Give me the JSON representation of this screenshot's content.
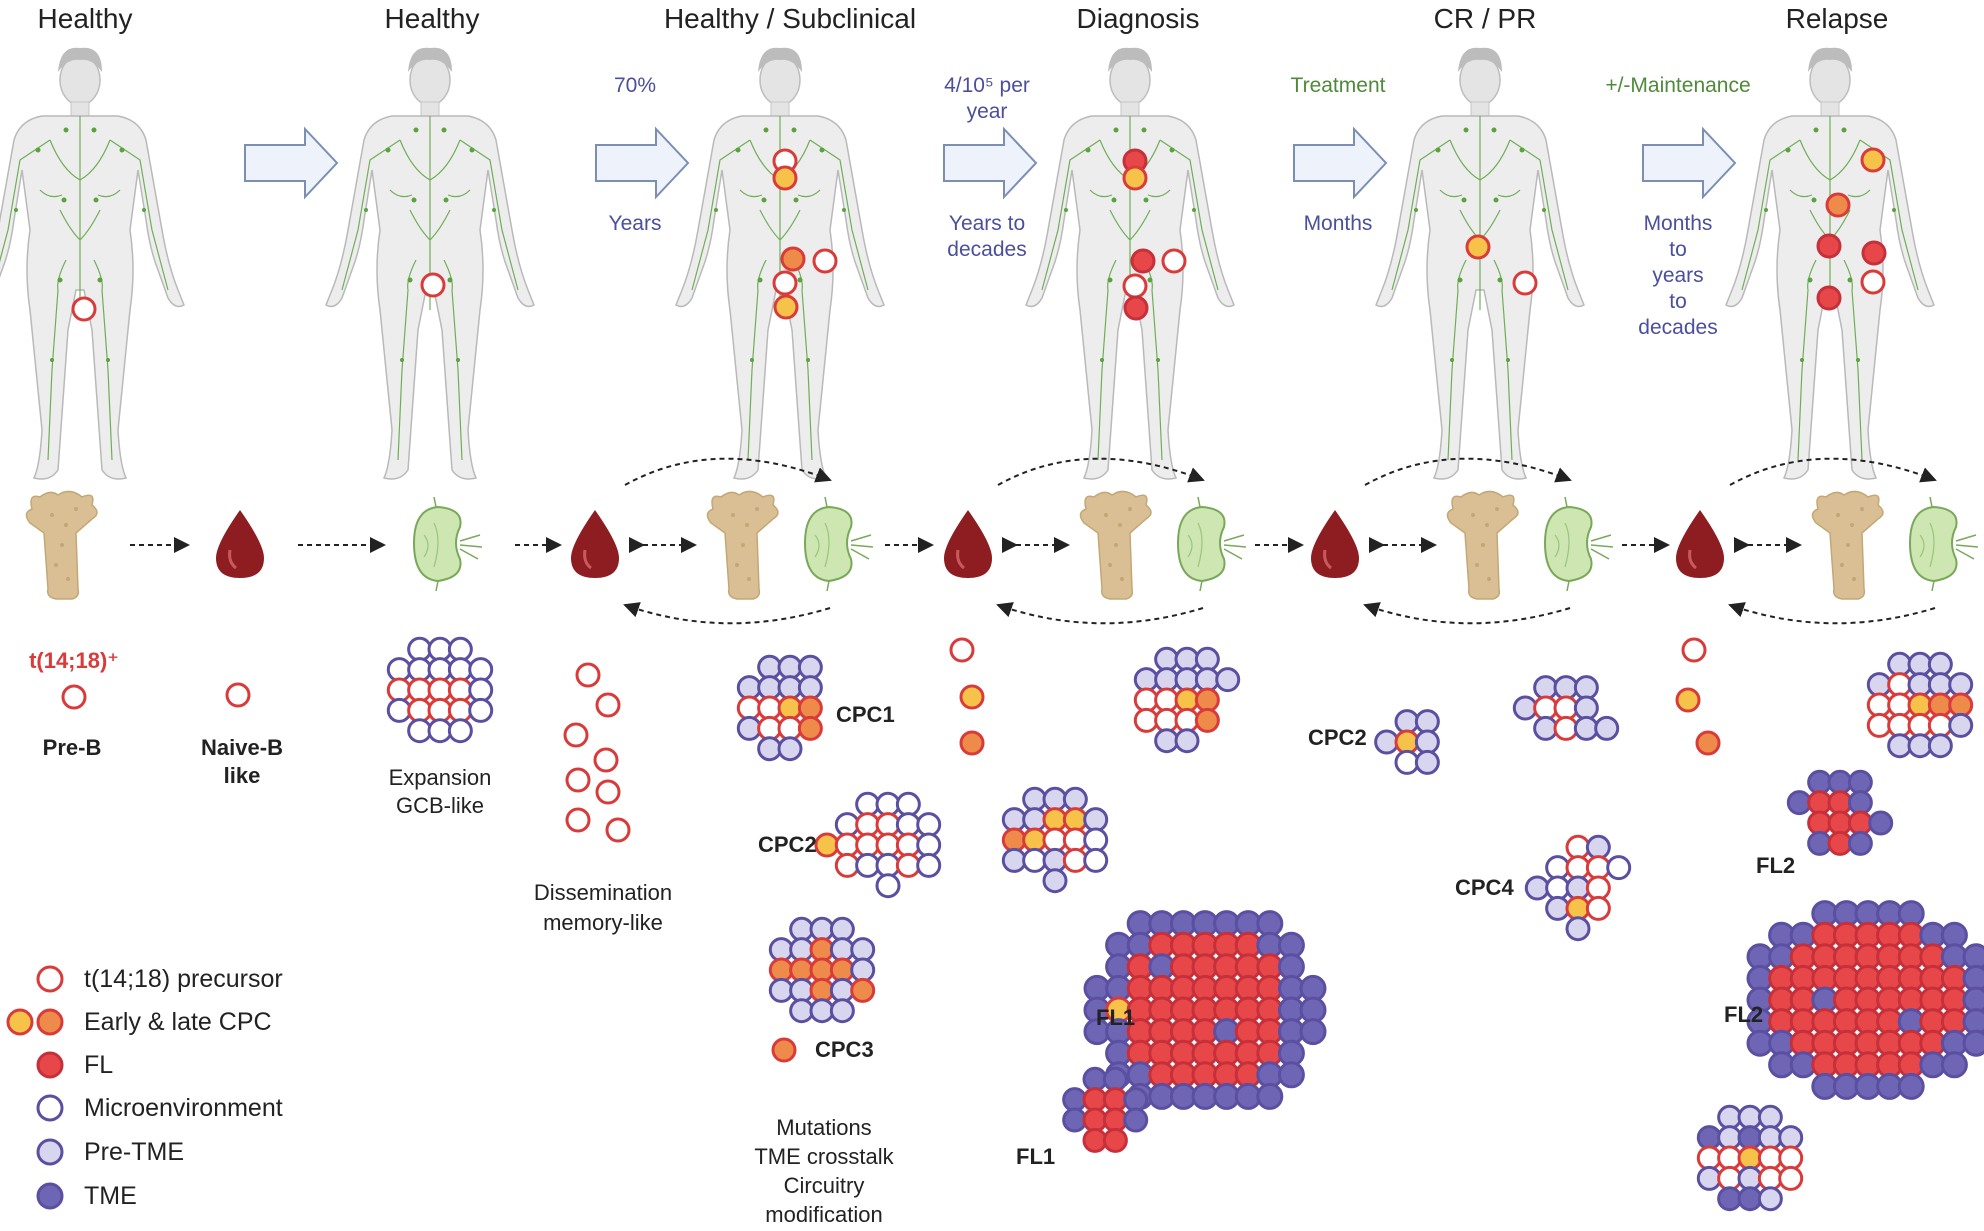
{
  "stages": [
    {
      "title": "Healthy"
    },
    {
      "title": "Healthy"
    },
    {
      "title": "Healthy / Subclinical"
    },
    {
      "title": "Diagnosis"
    },
    {
      "title": "CR / PR"
    },
    {
      "title": "Relapse"
    }
  ],
  "transitions": [
    {
      "top": "",
      "bottom": ""
    },
    {
      "top": "",
      "bottom": ""
    },
    {
      "top": "70%",
      "bottom": "Years"
    },
    {
      "top": "4/10⁵ per year",
      "bottom": "Years to decades"
    },
    {
      "top": "Treatment",
      "bottom": "Months"
    },
    {
      "top": "+/-Maintenance",
      "bottom": "Months to years to decades"
    }
  ],
  "cell_labels": {
    "t1418": "t(14;18)⁺",
    "pre_b": "Pre-B",
    "naive_b": "Naive-B like",
    "expansion": "Expansion GCB-like",
    "dissemination": "Dissemination memory-like",
    "mutations": "Mutations TME crosstalk Circuitry modification",
    "cpc1": "CPC1",
    "cpc2": "CPC2",
    "cpc3": "CPC3",
    "cpc4": "CPC4",
    "fl1": "FL1",
    "fl2": "FL2"
  },
  "legend": [
    {
      "label": "t(14;18) precursor",
      "kind": "precursor"
    },
    {
      "label": "Early & late CPC",
      "kind": "cpc"
    },
    {
      "label": "FL",
      "kind": "fl"
    },
    {
      "label": "Microenvironment",
      "kind": "micro"
    },
    {
      "label": "Pre-TME",
      "kind": "pretme"
    },
    {
      "label": "TME",
      "kind": "tme"
    }
  ],
  "colors": {
    "red": "#d93b3b",
    "red_fill": "#e8474a",
    "yellow": "#f7c24a",
    "orange": "#ee8a4a",
    "purple": "#5a4fa0",
    "purple_fill": "#6e66b4",
    "lavender": "#d7d6ee",
    "blue_text": "#4b4f9c",
    "green_text": "#4f8a3a",
    "arrow_fill": "#eef3fb",
    "arrow_stroke": "#7a8fb3",
    "blood": "#8e1d22",
    "bone": "#d9bf93",
    "node": "#cde6b2"
  }
}
